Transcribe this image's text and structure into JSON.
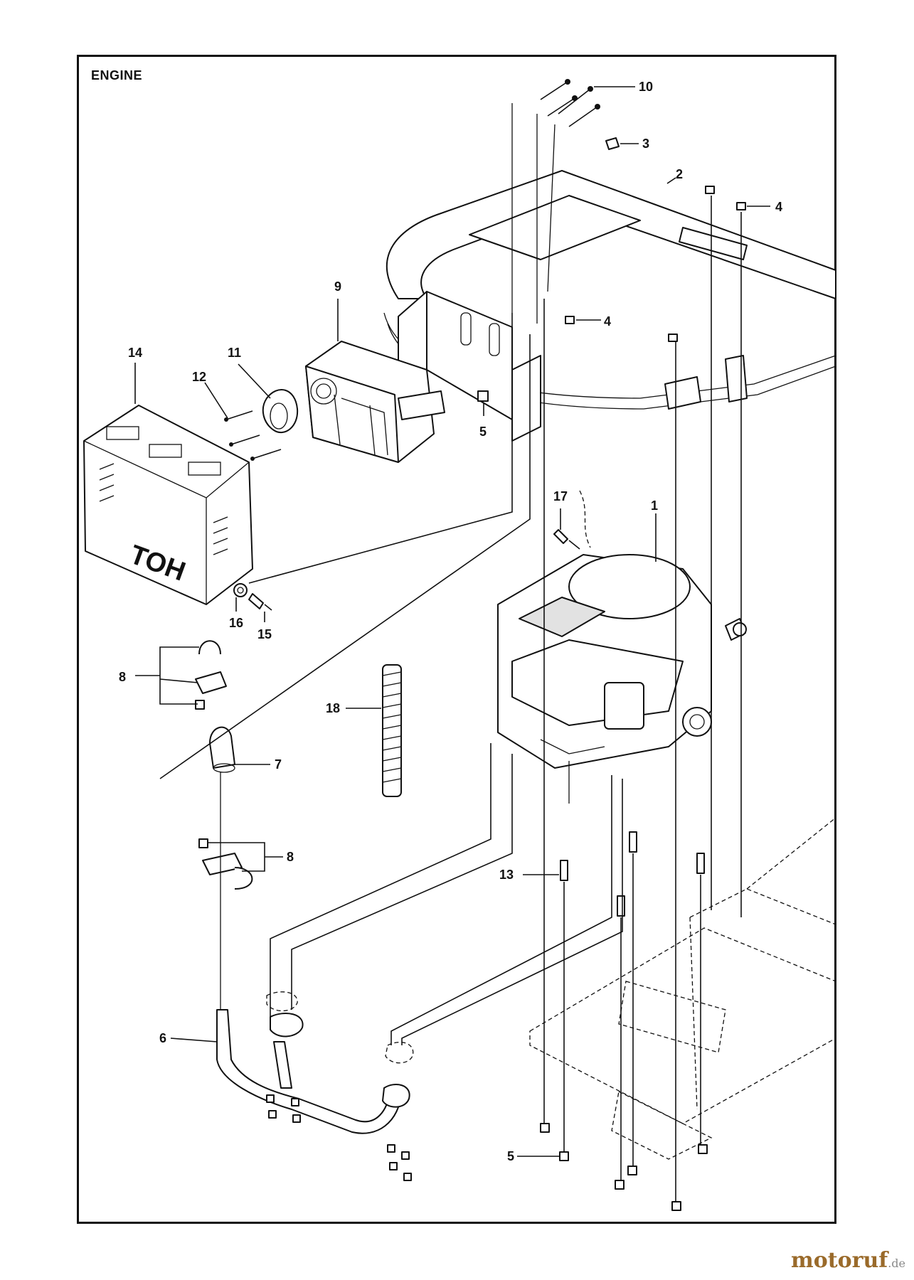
{
  "title": "ENGINE",
  "callouts": {
    "c1": "1",
    "c2": "2",
    "c3": "3",
    "c4a": "4",
    "c4b": "4",
    "c5a": "5",
    "c5b": "5",
    "c6": "6",
    "c7": "7",
    "c8a": "8",
    "c8b": "8",
    "c9": "9",
    "c10": "10",
    "c11": "11",
    "c12": "12",
    "c13": "13",
    "c14": "14",
    "c15": "15",
    "c16": "16",
    "c17": "17",
    "c18": "18"
  },
  "cover_text": "TOH",
  "watermark": {
    "brand": "motoruf",
    "tld": ".de"
  }
}
